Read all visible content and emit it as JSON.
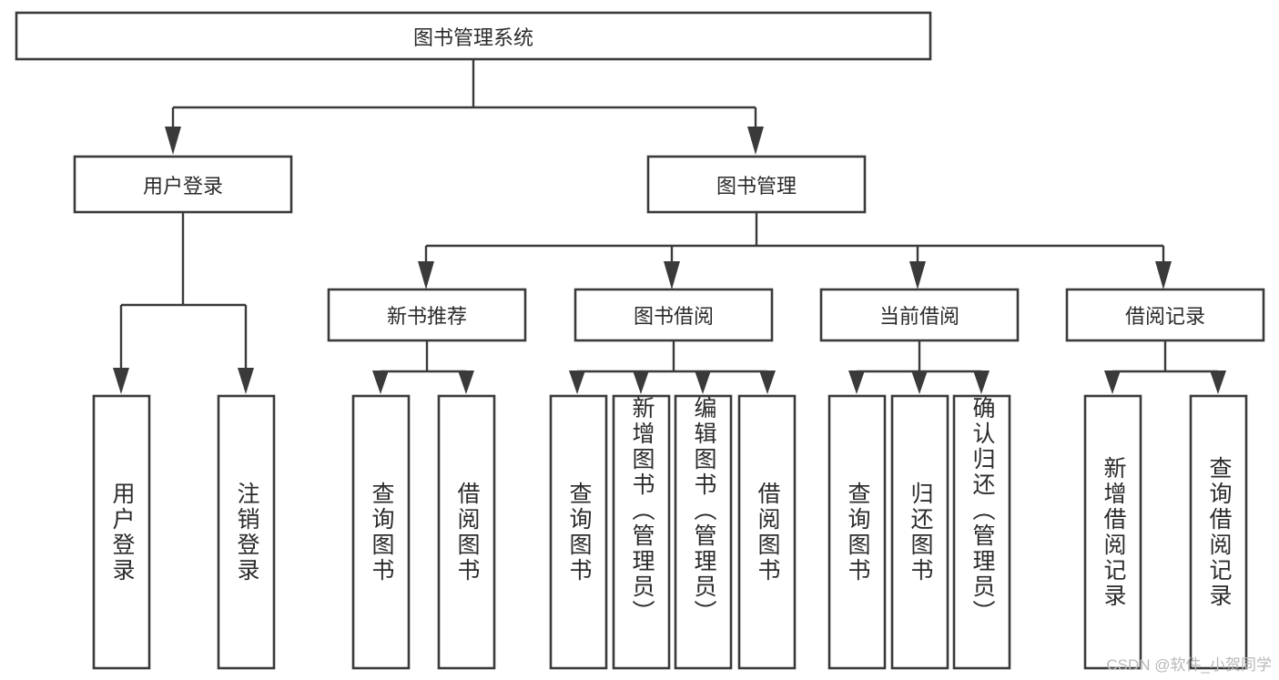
{
  "diagram": {
    "type": "tree",
    "title": "图书管理系统",
    "root": {
      "id": "root",
      "label": "图书管理系统"
    },
    "level2": [
      {
        "id": "user-login",
        "label": "用户登录"
      },
      {
        "id": "book-management",
        "label": "图书管理"
      }
    ],
    "level3": [
      {
        "id": "new-book-recommend",
        "label": "新书推荐"
      },
      {
        "id": "book-borrow",
        "label": "图书借阅"
      },
      {
        "id": "current-borrow",
        "label": "当前借阅"
      },
      {
        "id": "borrow-record",
        "label": "借阅记录"
      }
    ],
    "leaves": {
      "user_login": [
        {
          "id": "leaf-user-login",
          "label": "用户登录"
        },
        {
          "id": "leaf-logout-login",
          "label": "注销登录"
        }
      ],
      "new_book_recommend": [
        {
          "id": "leaf-query-book-1",
          "label": "查询图书"
        },
        {
          "id": "leaf-borrow-book-1",
          "label": "借阅图书"
        }
      ],
      "book_borrow": [
        {
          "id": "leaf-query-book-2",
          "label": "查询图书"
        },
        {
          "id": "leaf-add-book",
          "label": "新增图书（管理员）"
        },
        {
          "id": "leaf-edit-book",
          "label": "编辑图书（管理员）"
        },
        {
          "id": "leaf-borrow-book-2",
          "label": "借阅图书"
        }
      ],
      "current_borrow": [
        {
          "id": "leaf-query-book-3",
          "label": "查询图书"
        },
        {
          "id": "leaf-return-book",
          "label": "归还图书"
        },
        {
          "id": "leaf-confirm-return",
          "label": "确认归还（管理员）"
        }
      ],
      "borrow_record": [
        {
          "id": "leaf-add-record",
          "label": "新增借阅记录"
        },
        {
          "id": "leaf-query-record",
          "label": "查询借阅记录"
        }
      ]
    }
  },
  "watermark": {
    "text": "CSDN @软件_小贺同学"
  },
  "colors": {
    "box_stroke": "#3a3a3a",
    "connector": "#3a3a3a",
    "text": "#2b2b2b",
    "background": "#ffffff",
    "watermark": "#b9b9b9"
  }
}
